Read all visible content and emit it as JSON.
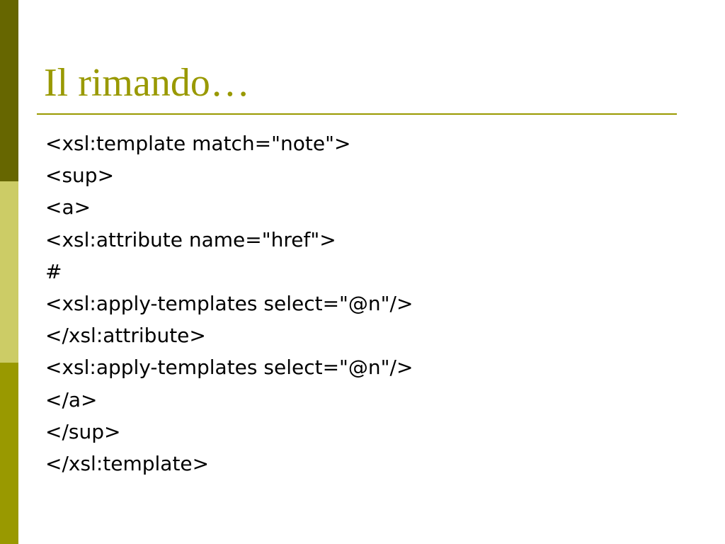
{
  "slide": {
    "title": "Il rimando…",
    "lines": [
      "<xsl:template match=\"note\">",
      "<sup>",
      "<a>",
      "<xsl:attribute name=\"href\">",
      "#",
      "<xsl:apply-templates select=\"@n\"/>",
      "</xsl:attribute>",
      "<xsl:apply-templates select=\"@n\"/>",
      "</a>",
      "</sup>",
      "</xsl:template>"
    ]
  },
  "colors": {
    "accent": "#999900",
    "band_dark": "#666600",
    "band_light": "#cccc66",
    "band_olive": "#999900"
  }
}
